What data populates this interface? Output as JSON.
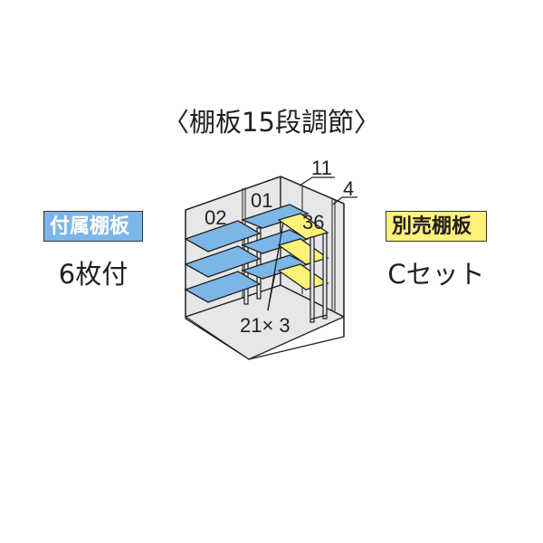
{
  "title": "〈棚板15段調節〉",
  "left_panel": {
    "badge_label": "付属棚板",
    "badge_color": "#7cb6e8",
    "subtitle": "6枚付"
  },
  "right_panel": {
    "badge_label": "別売棚板",
    "badge_color": "#fff27a",
    "subtitle": "Cセット"
  },
  "diagram": {
    "labels": {
      "shelf_02": "02",
      "shelf_01": "01",
      "shelf_36": "36",
      "callout_11": "11",
      "callout_4": "4",
      "callout_21x3": "21× 3"
    },
    "colors": {
      "wall": "#e6e7e8",
      "floor": "#e6e7e8",
      "outline": "#231f20",
      "included_shelf": "#7cb6e8",
      "optional_shelf": "#fff27a"
    }
  }
}
